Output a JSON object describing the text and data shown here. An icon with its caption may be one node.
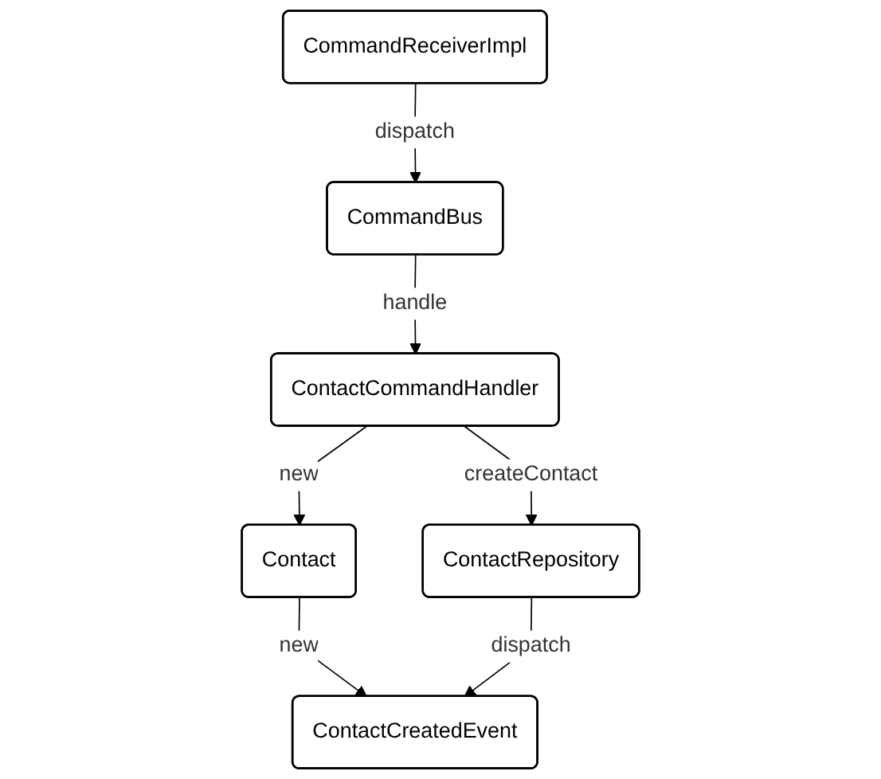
{
  "diagram": {
    "nodes": [
      {
        "text": [
          "CommandReceiverImpl"
        ]
      },
      {
        "text": [
          "CommandBus"
        ]
      },
      {
        "text": [
          "ContactCommandHandler"
        ]
      },
      {
        "text": [
          "Contact"
        ]
      },
      {
        "text": [
          "ContactRepository"
        ]
      },
      {
        "text": [
          "ContactCreatedEvent"
        ]
      }
    ],
    "edges": [
      {
        "from": 0,
        "to": 1,
        "arrow": "to",
        "label": "dispatch"
      },
      {
        "from": 1,
        "to": 2,
        "arrow": "to",
        "label": "handle"
      },
      {
        "from": 2,
        "to": 3,
        "arrow": "to",
        "label": "new"
      },
      {
        "from": 2,
        "to": 4,
        "arrow": "to",
        "label": "createContact"
      },
      {
        "from": 3,
        "to": 5,
        "arrow": "to",
        "label": "new"
      },
      {
        "from": 4,
        "to": 5,
        "arrow": "to",
        "label": "dispatch"
      }
    ]
  }
}
